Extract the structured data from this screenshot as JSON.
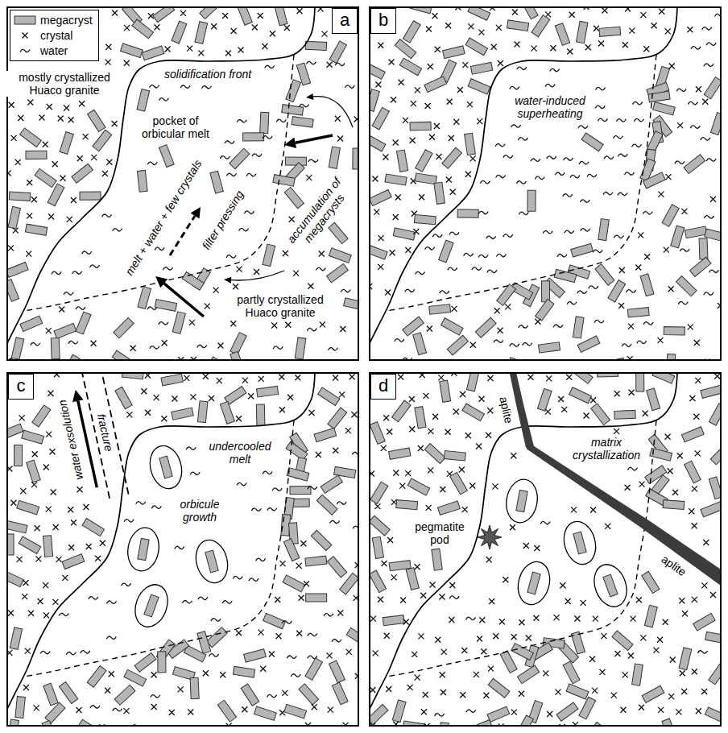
{
  "diagram": {
    "nodes": [
      {
        "text": [
          "a"
        ]
      },
      {
        "text": [
          "b"
        ]
      },
      {
        "text": [
          "c"
        ]
      },
      {
        "text": [
          "d"
        ]
      }
    ],
    "labels": [
      "mostly crystallized Huaco granite",
      "solidification front",
      "pocket of orbicular melt",
      "melt + water + few crystals",
      "filter pressing",
      "accumulation of megacrysts",
      "partly crystallized Huaco granite",
      "water-induced superheating",
      "fracture",
      "water exsolution",
      "undercooled melt",
      "orbicule growth",
      "aplite",
      "pegmatite pod",
      "matrix crystallization",
      "aplite"
    ],
    "legend": [
      {
        "text": "megacryst"
      },
      {
        "text": "crystal"
      },
      {
        "text": "water"
      }
    ]
  }
}
